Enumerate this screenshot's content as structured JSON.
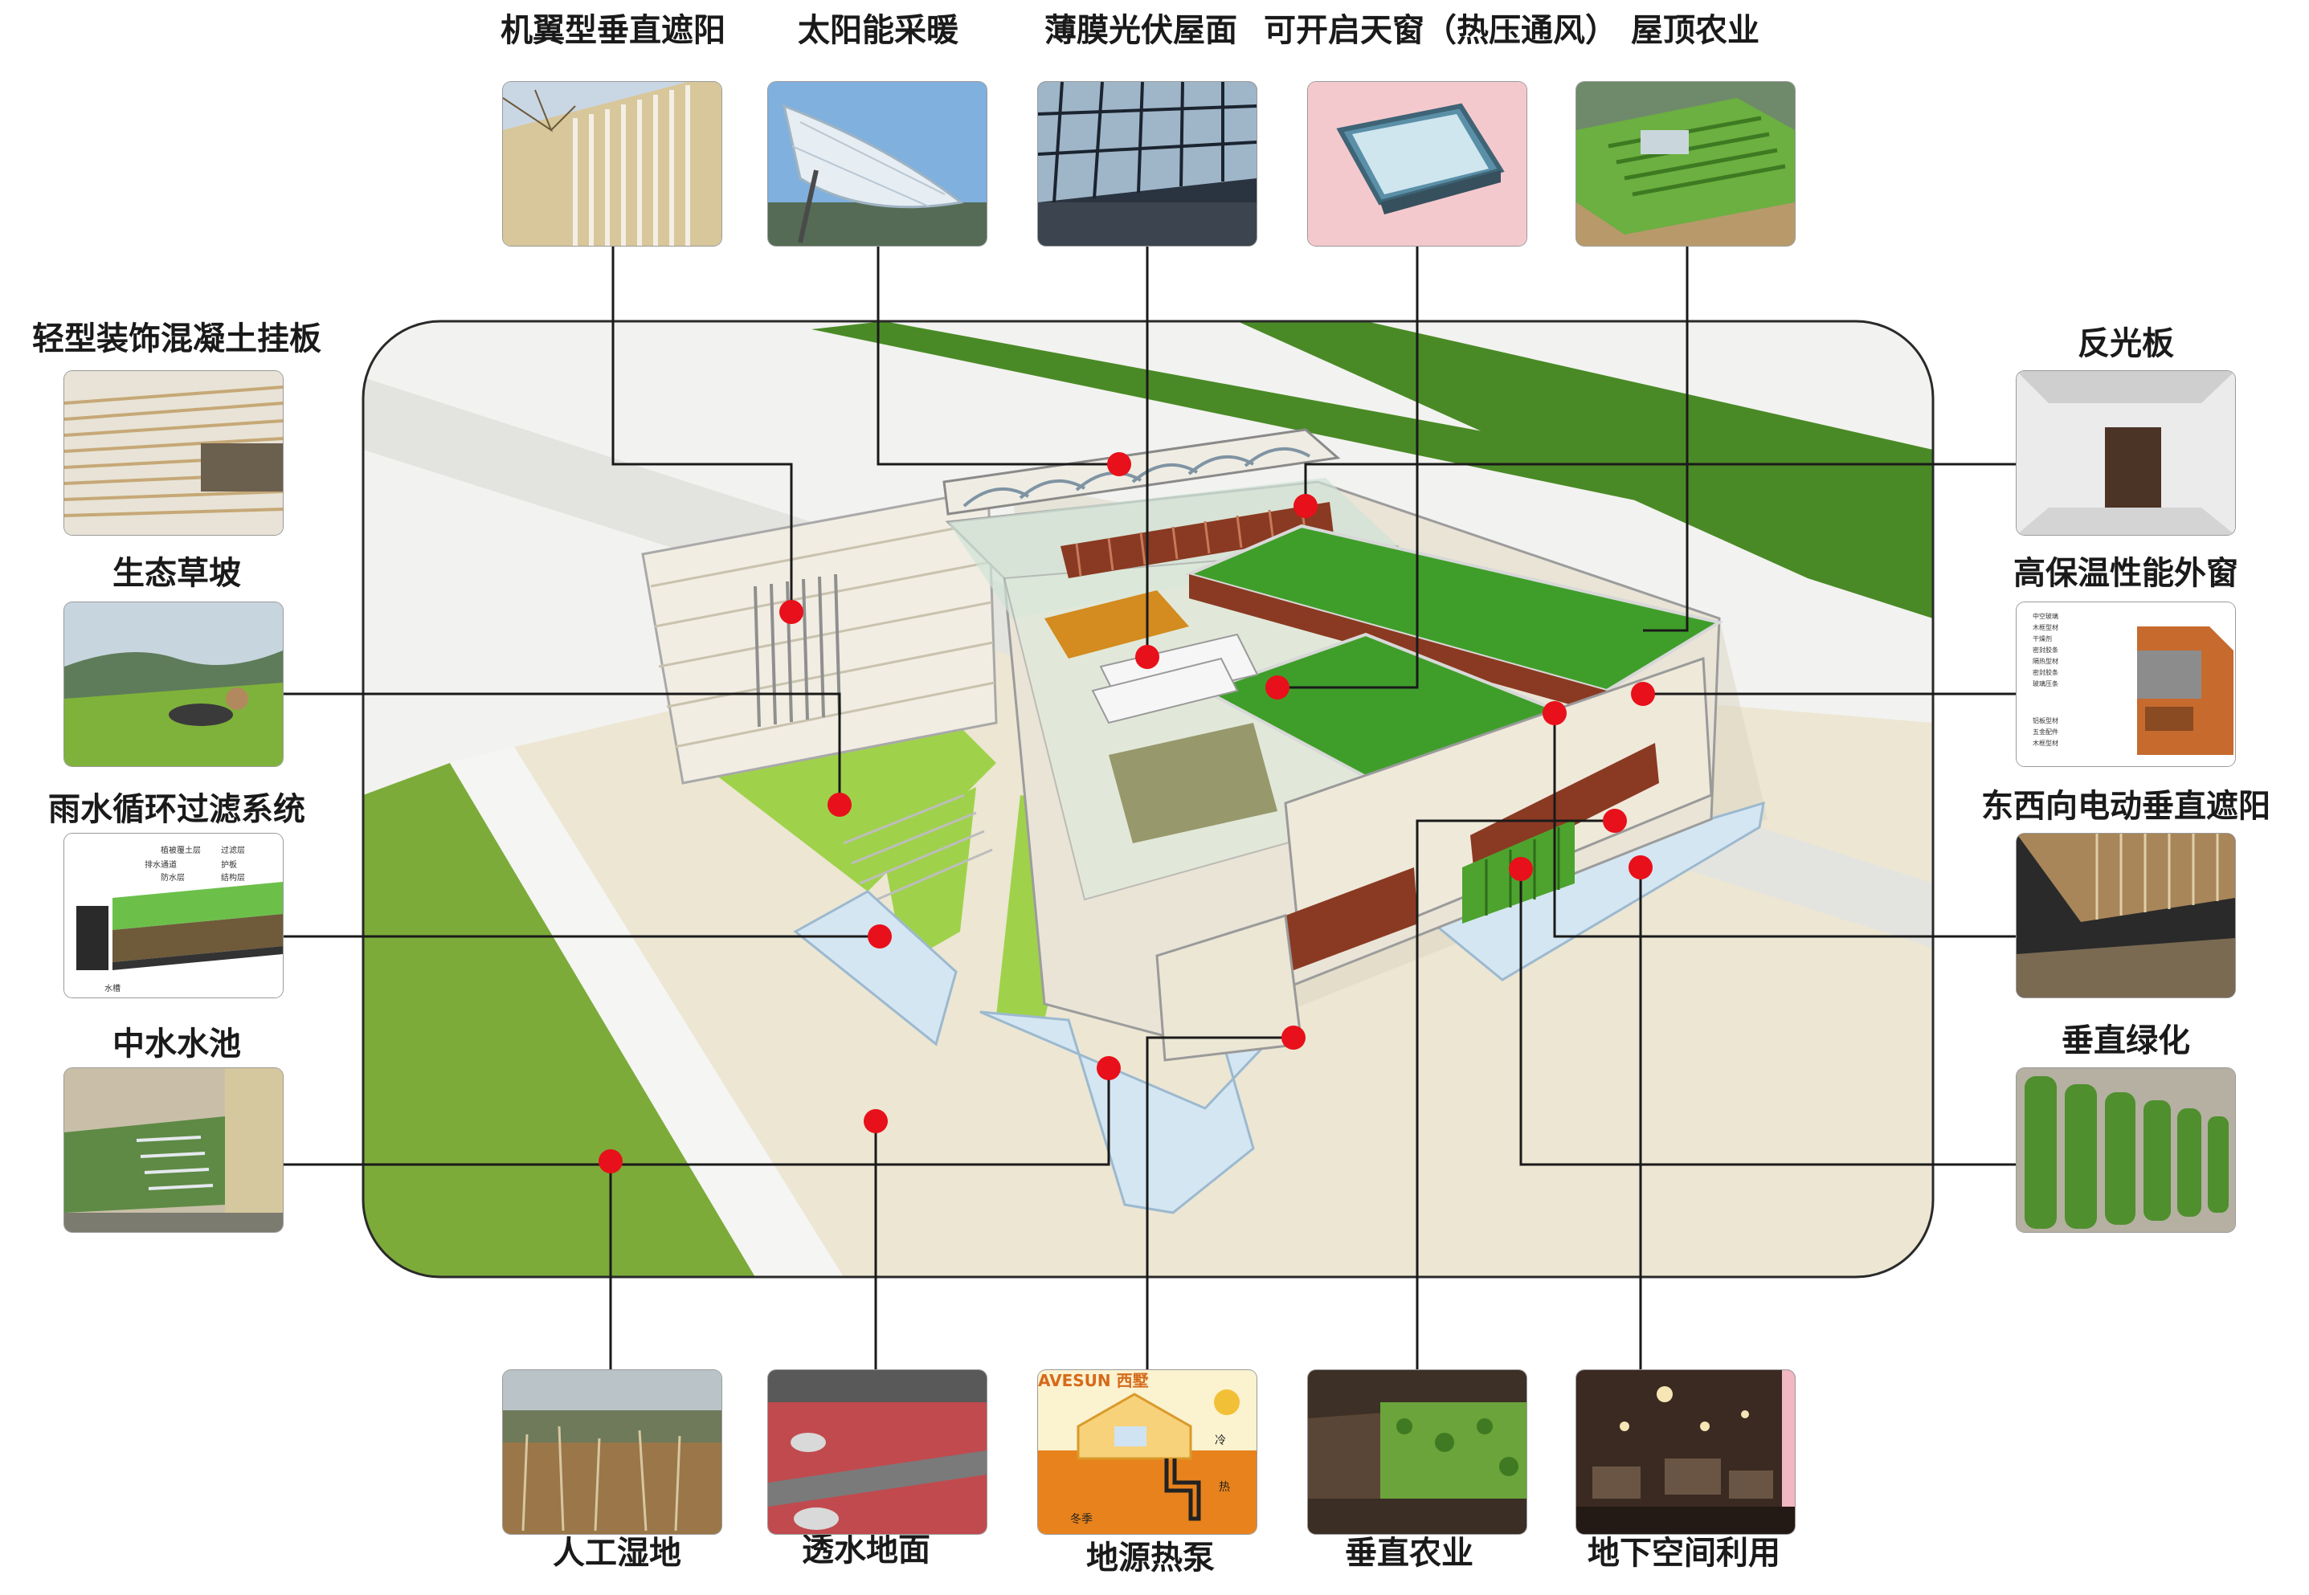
{
  "features": {
    "top": [
      {
        "id": "airfoil-shading",
        "label": "机翼型垂直遮阳"
      },
      {
        "id": "solar-heating",
        "label": "太阳能采暖"
      },
      {
        "id": "thin-film-pv-roof",
        "label": "薄膜光伏屋面"
      },
      {
        "id": "operable-skylight",
        "label": "可开启天窗（热压通风）"
      },
      {
        "id": "rooftop-farming",
        "label": "屋顶农业"
      }
    ],
    "left": [
      {
        "id": "concrete-panel",
        "label": "轻型装饰混凝土挂板"
      },
      {
        "id": "eco-grass-slope",
        "label": "生态草坡"
      },
      {
        "id": "rainwater-filter",
        "label": "雨水循环过滤系统"
      },
      {
        "id": "reclaimed-water-pool",
        "label": "中水水池"
      }
    ],
    "right": [
      {
        "id": "light-shelf",
        "label": "反光板"
      },
      {
        "id": "insulated-window",
        "label": "高保温性能外窗"
      },
      {
        "id": "motorized-shading",
        "label": "东西向电动垂直遮阳"
      },
      {
        "id": "vertical-greening",
        "label": "垂直绿化"
      }
    ],
    "bottom": [
      {
        "id": "artificial-wetland",
        "label": "人工湿地"
      },
      {
        "id": "permeable-paving",
        "label": "透水地面"
      },
      {
        "id": "ground-source-heat-pump",
        "label": "地源热泵"
      },
      {
        "id": "vertical-farming",
        "label": "垂直农业"
      },
      {
        "id": "underground-space",
        "label": "地下空间利用"
      }
    ]
  },
  "image_text": {
    "rain_layers": [
      "植被覆土层",
      "过滤层",
      "排水通道",
      "护板",
      "防水层",
      "结构层",
      "水槽"
    ],
    "heat_pump_brand": "AVESUN 西墅",
    "heat_pump_cold": "冷",
    "heat_pump_hot": "热",
    "heat_pump_season": "冬季",
    "window_parts": [
      "中空玻璃",
      "木框型材",
      "干燥剂",
      "密封胶条",
      "隔热型材",
      "密封胶条",
      "玻璃压条",
      "铝板型材",
      "五金配件",
      "木框型材"
    ]
  },
  "colors": {
    "marker": "#e8101a",
    "leader_line": "#1a1a1a",
    "roof_green": "#3f9e2a",
    "lawn_green": "#7cbf2e",
    "site_beige": "#ece6d3",
    "facade_wood": "#8a3a22"
  }
}
